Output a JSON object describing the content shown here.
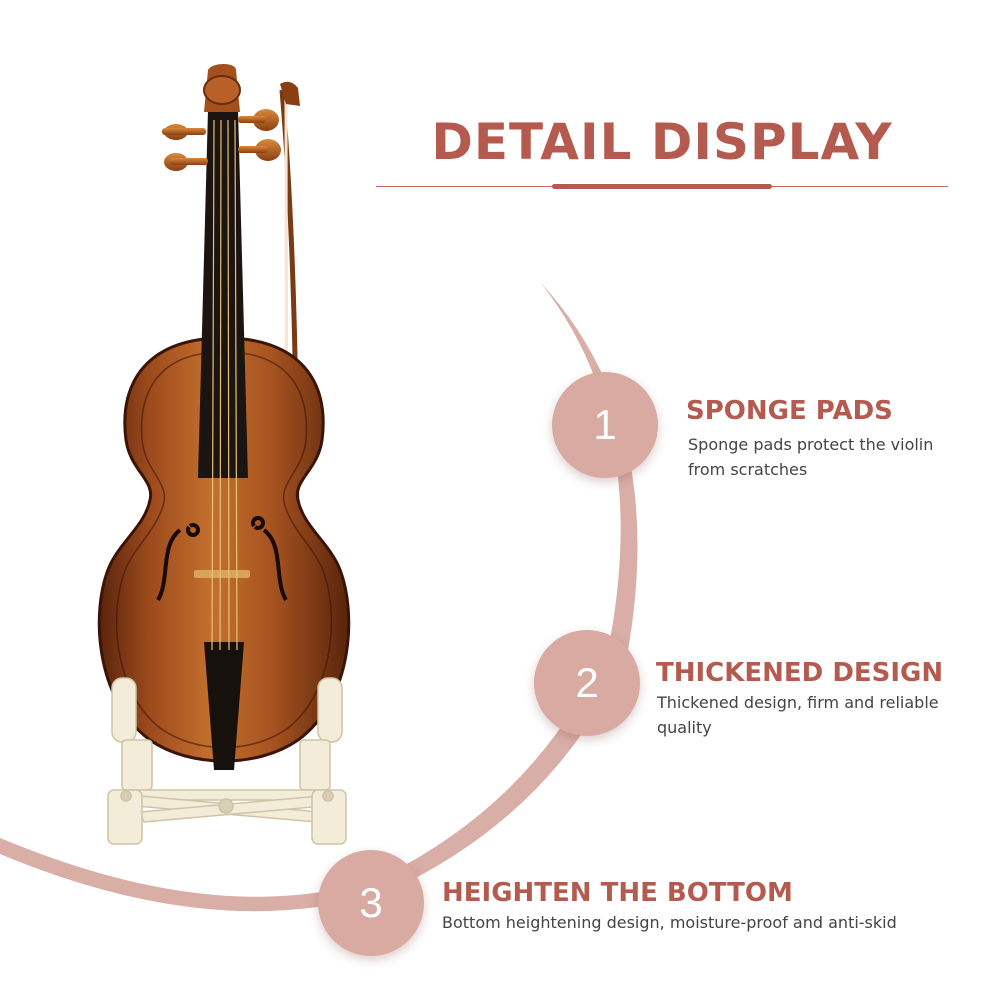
{
  "header": {
    "title": "DETAIL DISPLAY"
  },
  "features": [
    {
      "number": "1",
      "title": "SPONGE PADS",
      "description": "Sponge pads protect the violin from scratches"
    },
    {
      "number": "2",
      "title": "THICKENED DESIGN",
      "description": "Thickened design, firm and reliable quality"
    },
    {
      "number": "3",
      "title": "HEIGHTEN THE BOTTOM",
      "description": "Bottom heightening design, moisture-proof and anti-skid"
    }
  ],
  "colors": {
    "accent": "#b45a4e",
    "badge": "#d9aaa2",
    "arc": "#d8aaa2",
    "text": "#444444"
  },
  "illustration": {
    "subject": "violin-on-stand",
    "icons": [
      "violin-icon",
      "bow-icon",
      "violin-stand-icon"
    ]
  }
}
